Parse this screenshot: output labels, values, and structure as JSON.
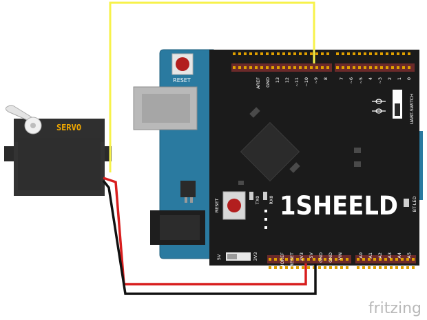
{
  "servo": {
    "label": "SERVO",
    "body_color": "#333333",
    "label_color": "#f2a900"
  },
  "arduino": {
    "reset_label": "RESET",
    "board_color": "#2a7aa0"
  },
  "shield": {
    "logo": "1SHEELD",
    "reset_label": "RESET",
    "tx_label": "TX0",
    "rx_label": "RX0",
    "uart_switch_label": "UART-SWITCH",
    "bt_led_label": "BT-LED",
    "v_switch": {
      "left": "5V",
      "right": "3V3"
    },
    "top_header_labels": [
      "AREF",
      "GND",
      "13",
      "12",
      "~11",
      "~10",
      "~9",
      "8",
      "7",
      "~6",
      "~5",
      "4",
      "~3",
      "2",
      "1",
      "0"
    ],
    "power_labels": [
      "IOREF",
      "RESET",
      "3V3",
      "5V",
      "GND",
      "GND",
      "VIN"
    ],
    "analog_labels": [
      "A0",
      "A1",
      "A2",
      "A3",
      "A4",
      "A5"
    ],
    "board_color": "#1b1b1b"
  },
  "wires": {
    "signal": "#f7f24a",
    "power": "#d81e1e",
    "ground": "#111111"
  },
  "watermark": "fritzing"
}
